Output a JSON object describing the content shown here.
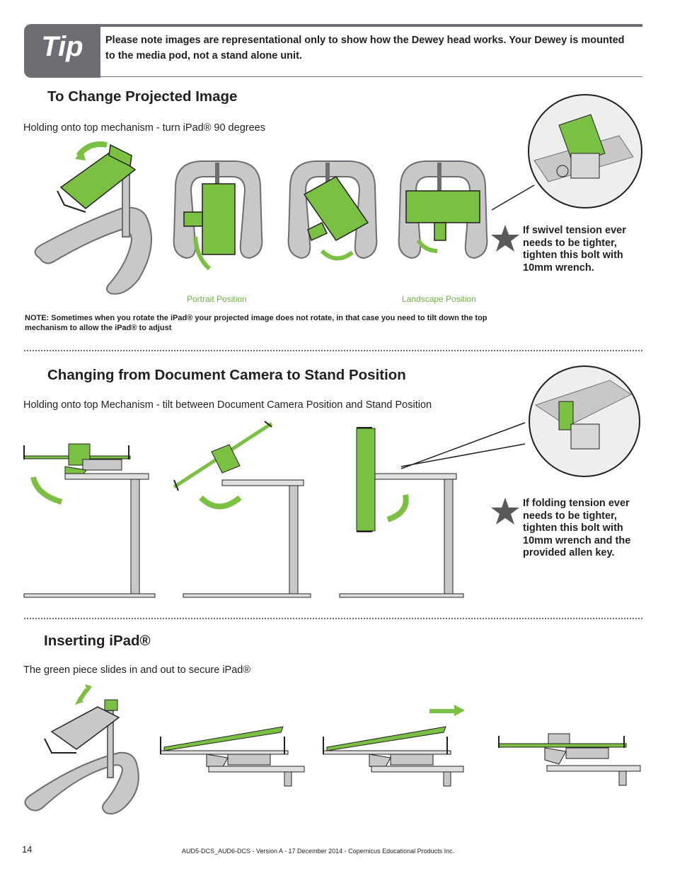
{
  "tip": {
    "label": "Tip",
    "text": "Please note images are representational only to show how the Dewey head works. Your Dewey is mounted to the media pod, not a stand alone unit."
  },
  "section1": {
    "title": "To Change Projected Image",
    "instruction": "Holding onto top mechanism - turn iPad® 90 degrees",
    "caption_portrait": "Portrait Position",
    "caption_landscape": "Landscape Position",
    "note": "NOTE: Sometimes when you rotate the iPad® your projected image does not rotate, in that case you need to tilt down the top mechanism to allow the iPad® to adjust",
    "side_note": "If swivel tension ever needs to be tighter, tighten this bolt with 10mm wrench."
  },
  "section2": {
    "title": "Changing from Document Camera to Stand Position",
    "instruction": "Holding onto top Mechanism - tilt between Document Camera Position and Stand Position",
    "side_note": "If folding tension ever needs to be tighter, tighten this bolt with 10mm wrench and the provided allen key."
  },
  "section3": {
    "title": "Inserting iPad®",
    "instruction": "The green piece slides in and out to secure iPad®"
  },
  "footer": {
    "page_number": "14",
    "version": "AUD5-DCS_AUD6-DCS - Version A - 17 December 2014 - Copernicus Educational Products Inc."
  },
  "colors": {
    "accent_green": "#7ac143",
    "gray": "#6d6e71",
    "light_gray": "#c8c8c8"
  }
}
